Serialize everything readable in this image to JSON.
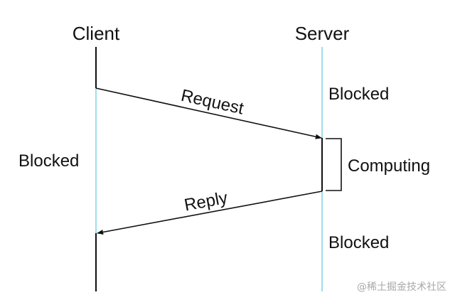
{
  "participants": {
    "client": "Client",
    "server": "Server"
  },
  "messages": {
    "request": "Request",
    "reply": "Reply"
  },
  "states": {
    "client_blocked": "Blocked",
    "server_blocked_top": "Blocked",
    "server_computing": "Computing",
    "server_blocked_bottom": "Blocked"
  },
  "watermark": "@稀土掘金技术社区",
  "colors": {
    "lifeline_black": "#111111",
    "lifeline_blue": "#7fd0e6",
    "text": "#111111",
    "watermark": "#a8a8a8"
  }
}
